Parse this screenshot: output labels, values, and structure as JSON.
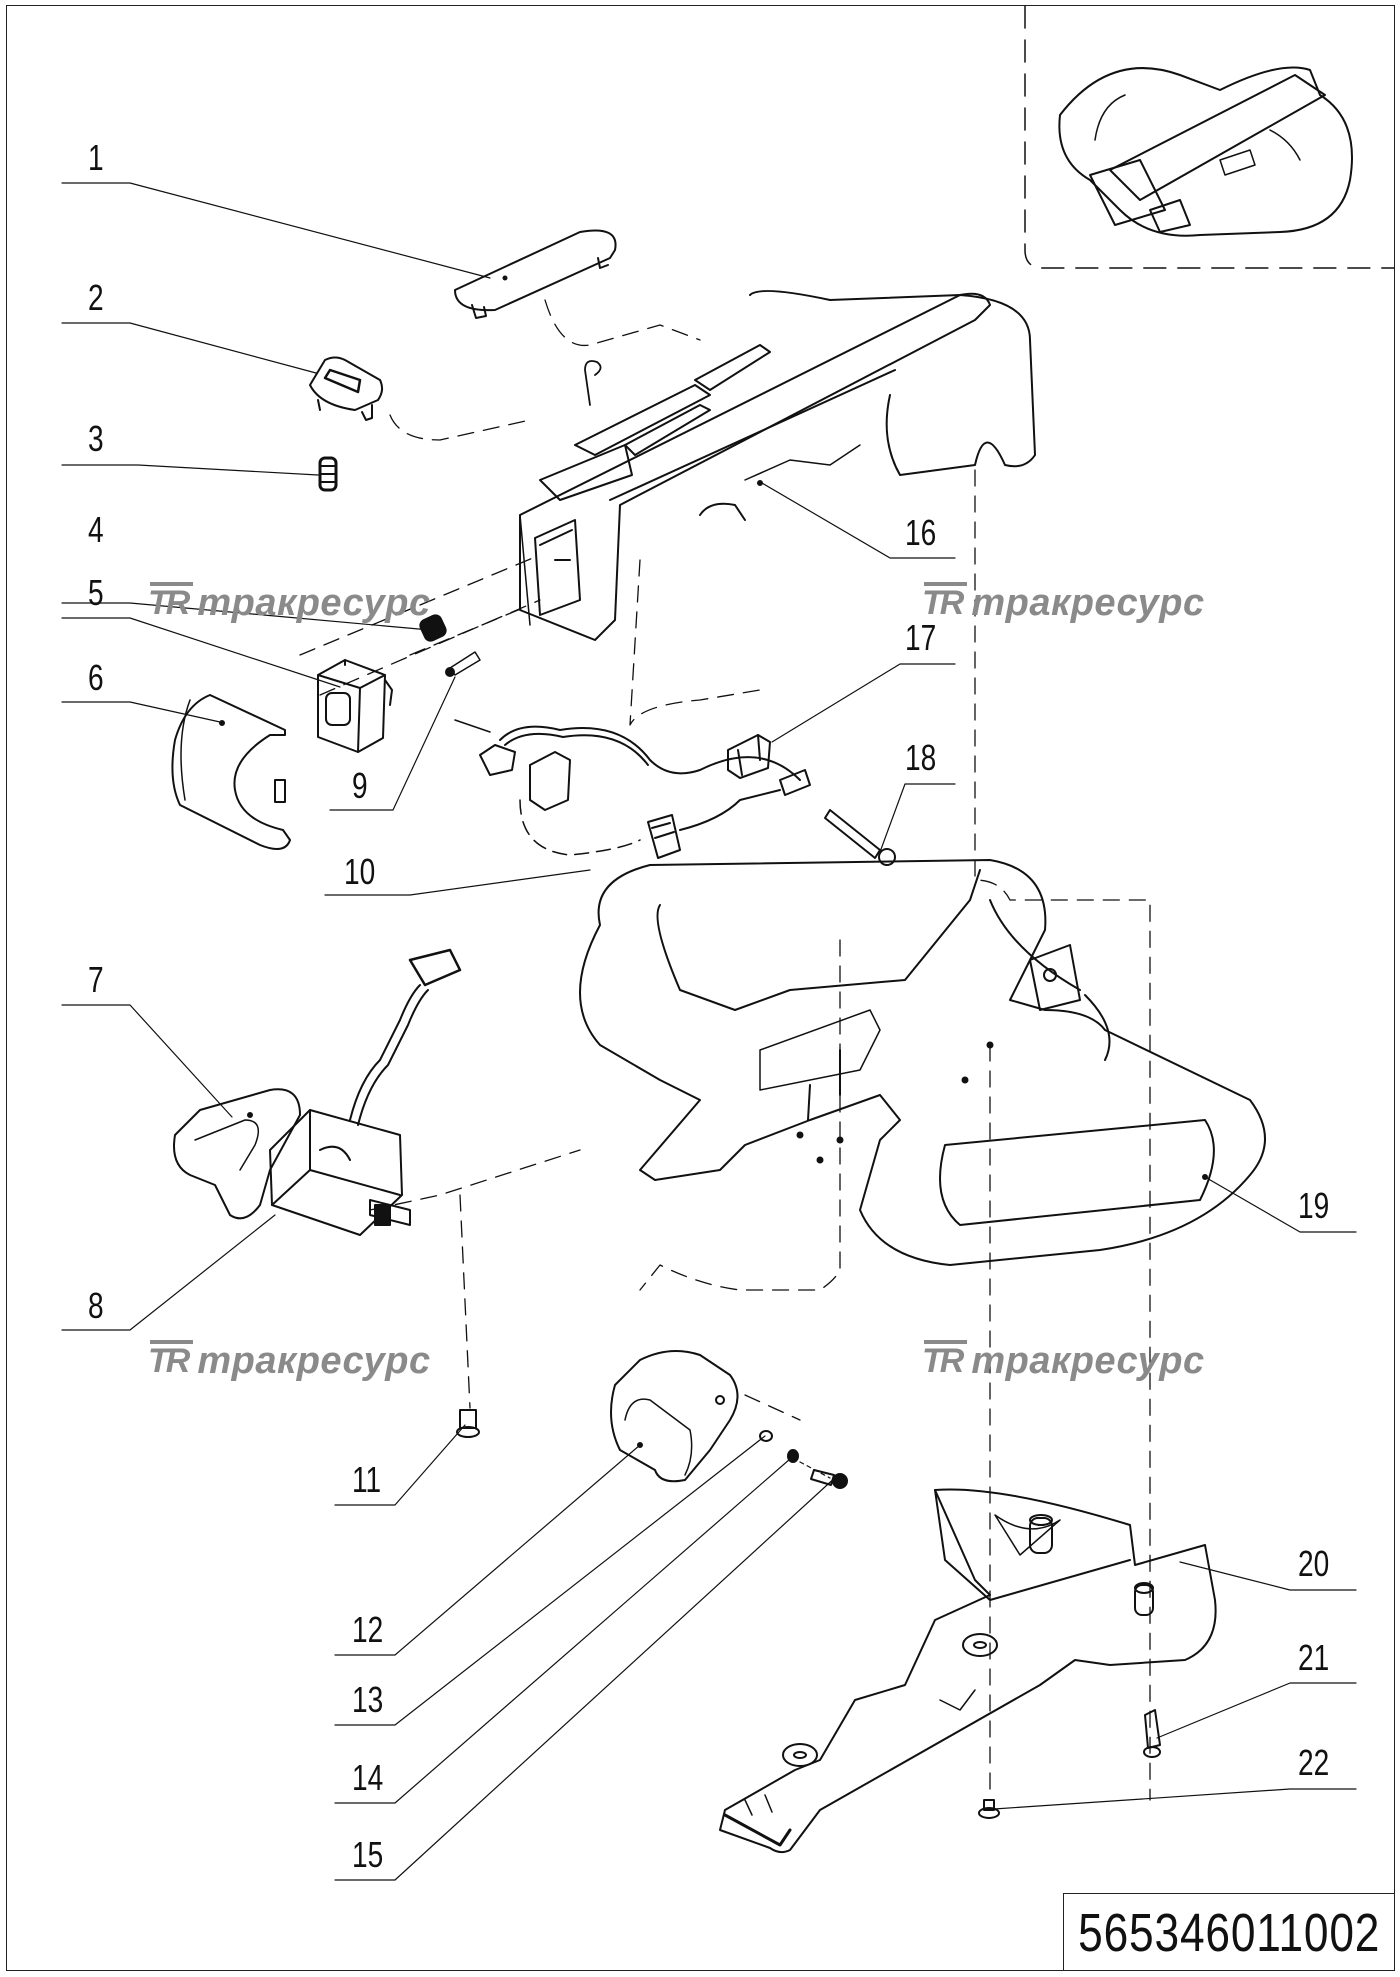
{
  "diagram": {
    "type": "exploded-parts-diagram",
    "document_number": "565346011002",
    "watermark": {
      "logo": "TR",
      "text": "тракресурс",
      "color": "#8a8a8a"
    },
    "callouts": [
      {
        "id": "1",
        "label": "1"
      },
      {
        "id": "2",
        "label": "2"
      },
      {
        "id": "3",
        "label": "3"
      },
      {
        "id": "4",
        "label": "4"
      },
      {
        "id": "5",
        "label": "5"
      },
      {
        "id": "6",
        "label": "6"
      },
      {
        "id": "7",
        "label": "7"
      },
      {
        "id": "8",
        "label": "8"
      },
      {
        "id": "9",
        "label": "9"
      },
      {
        "id": "10",
        "label": "10"
      },
      {
        "id": "11",
        "label": "11"
      },
      {
        "id": "12",
        "label": "12"
      },
      {
        "id": "13",
        "label": "13"
      },
      {
        "id": "14",
        "label": "14"
      },
      {
        "id": "15",
        "label": "15"
      },
      {
        "id": "16",
        "label": "16"
      },
      {
        "id": "17",
        "label": "17"
      },
      {
        "id": "18",
        "label": "18"
      },
      {
        "id": "19",
        "label": "19"
      },
      {
        "id": "20",
        "label": "20"
      },
      {
        "id": "21",
        "label": "21"
      },
      {
        "id": "22",
        "label": "22"
      }
    ],
    "colors": {
      "line": "#111111",
      "watermark": "#8a8a8a",
      "background": "#ffffff"
    }
  }
}
